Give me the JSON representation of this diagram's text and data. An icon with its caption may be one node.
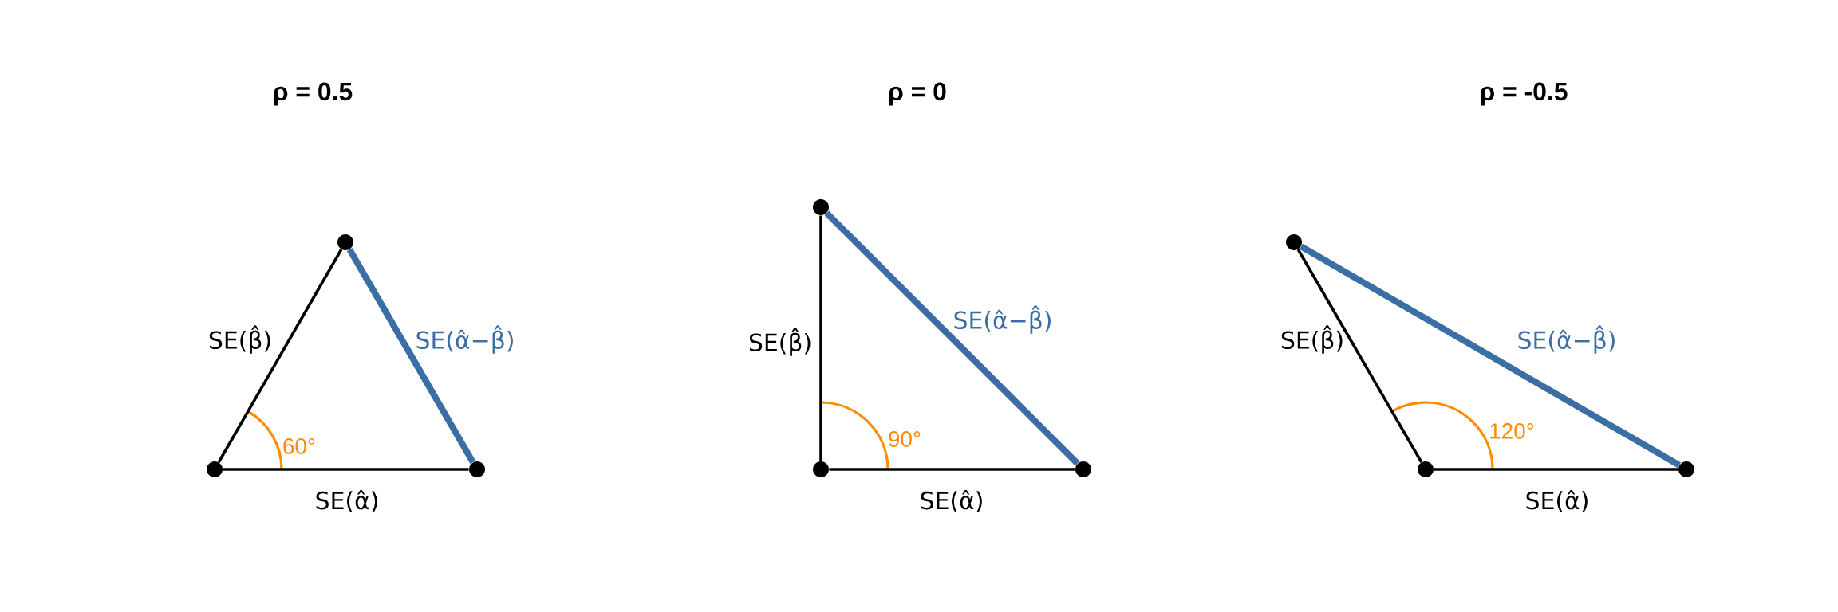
{
  "diagram": {
    "nodes": [
      {
        "text": [],
        "shape": "circle"
      },
      {
        "text": [],
        "shape": "circle"
      },
      {
        "text": [],
        "shape": "circle"
      },
      {
        "text": [],
        "shape": "circle"
      },
      {
        "text": [],
        "shape": "circle"
      },
      {
        "text": [],
        "shape": "circle"
      },
      {
        "text": [],
        "shape": "circle"
      },
      {
        "text": [],
        "shape": "circle"
      },
      {
        "text": [],
        "shape": "circle"
      }
    ],
    "edges": [
      {
        "from": 0,
        "to": 2,
        "arrow": "none",
        "label": "SE(β̂)"
      },
      {
        "from": 0,
        "to": 1,
        "arrow": "none",
        "label": "SE(α̂)"
      },
      {
        "from": 2,
        "to": 1,
        "arrow": "none",
        "label": "SE(α̂−β̂)",
        "style": "thick",
        "color": "#3a6ea5"
      },
      {
        "from": 3,
        "to": 5,
        "arrow": "none",
        "label": "SE(β̂)"
      },
      {
        "from": 3,
        "to": 4,
        "arrow": "none",
        "label": "SE(α̂)"
      },
      {
        "from": 5,
        "to": 4,
        "arrow": "none",
        "label": "SE(α̂−β̂)",
        "style": "thick",
        "color": "#3a6ea5"
      },
      {
        "from": 6,
        "to": 8,
        "arrow": "none",
        "label": "SE(β̂)"
      },
      {
        "from": 6,
        "to": 7,
        "arrow": "none",
        "label": "SE(α̂)"
      },
      {
        "from": 8,
        "to": 7,
        "arrow": "none",
        "label": "SE(α̂−β̂)",
        "style": "thick",
        "color": "#3a6ea5"
      }
    ],
    "labels": [
      "ρ = 0.5",
      "ρ = 0",
      "ρ = -0.5",
      "60°",
      "90°",
      "120°"
    ]
  }
}
